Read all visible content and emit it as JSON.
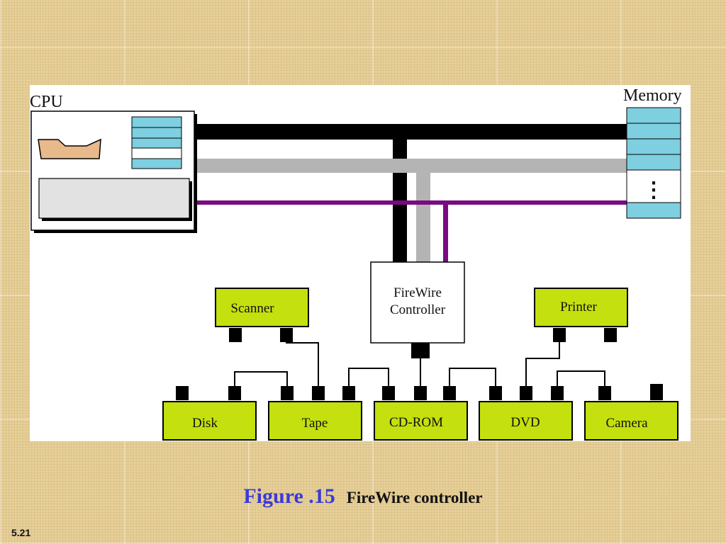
{
  "diagram": {
    "cpu_label": "CPU",
    "memory_label": "Memory",
    "memory_ellipsis": "⋮",
    "controller_line1": "FireWire",
    "controller_line2": "Controller",
    "devices": {
      "scanner": "Scanner",
      "printer": "Printer",
      "disk": "Disk",
      "tape": "Tape",
      "cdrom": "CD-ROM",
      "dvd": "DVD",
      "camera": "Camera"
    },
    "colors": {
      "device_fill": "#c4e00e",
      "register_fill": "#7ecfe0",
      "alu_fill": "#e8b98a",
      "data_bus": "#000000",
      "address_bus": "#b4b4b4",
      "control_bus": "#7a0a80"
    }
  },
  "caption": {
    "figure_number": "Figure .15",
    "title": "FireWire controller"
  },
  "slide_number": "5.21"
}
